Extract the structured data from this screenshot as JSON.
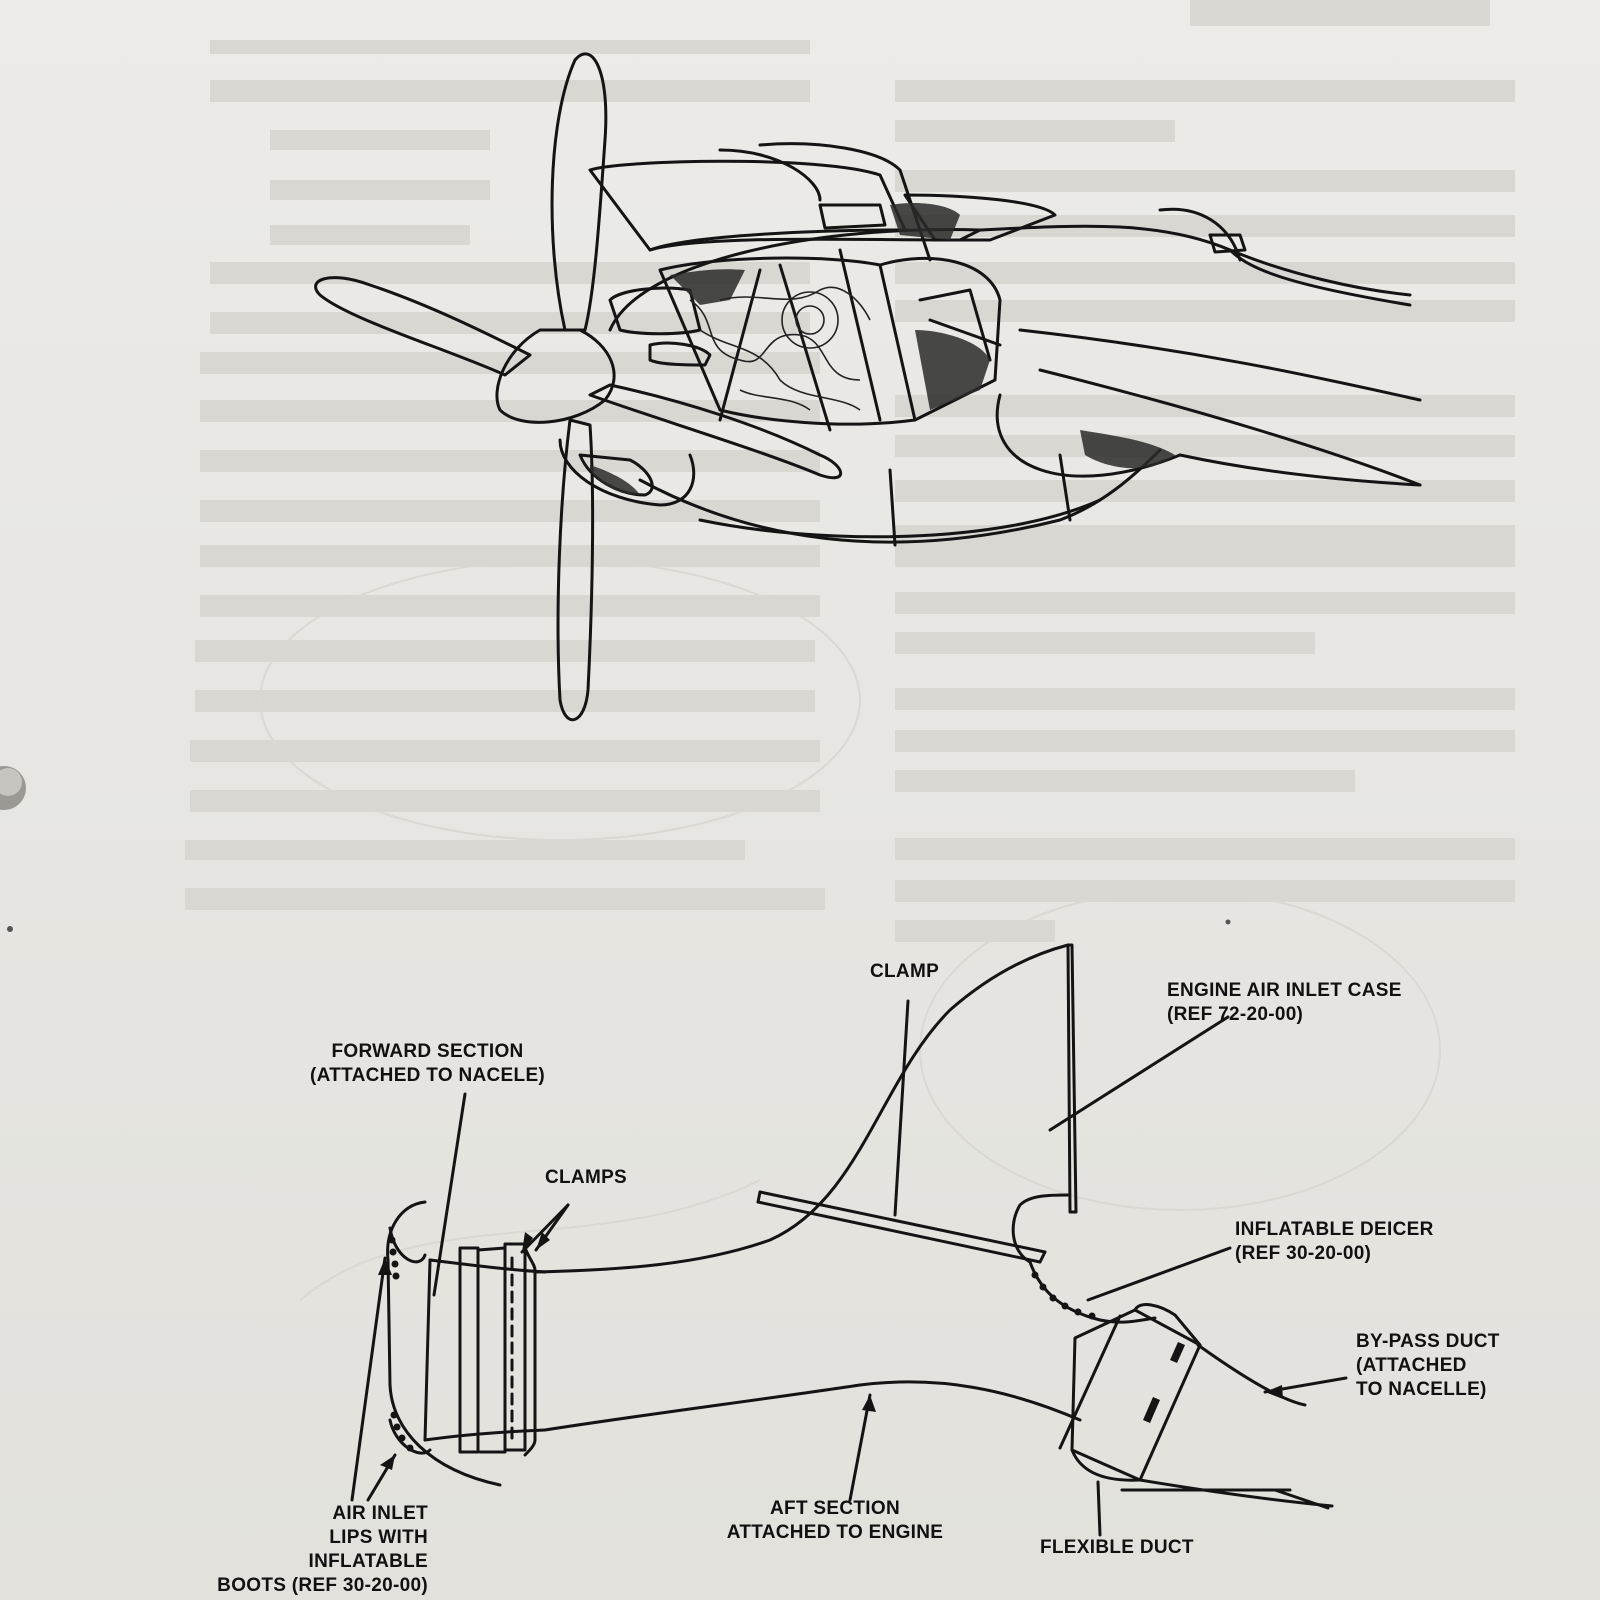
{
  "diagram": {
    "labels": {
      "clamp": "CLAMP",
      "engine_air_inlet_case": [
        "ENGINE AIR INLET  CASE",
        "(REF 72-20-00)"
      ],
      "forward_section": [
        "FORWARD SECTION",
        "(ATTACHED TO NACELE)"
      ],
      "clamps": "CLAMPS",
      "inflatable_deicer": [
        "INFLATABLE DEICER",
        "(REF 30-20-00)"
      ],
      "bypass_duct": [
        "BY-PASS DUCT",
        "(ATTACHED",
        "TO NACELLE)"
      ],
      "air_inlet_lips": [
        "AIR INLET",
        "LIPS WITH",
        "INFLATABLE",
        "BOOTS (REF 30-20-00)"
      ],
      "aft_section": [
        "AFT SECTION",
        "ATTACHED TO ENGINE"
      ],
      "flexible_duct": "FLEXIBLE DUCT"
    }
  }
}
